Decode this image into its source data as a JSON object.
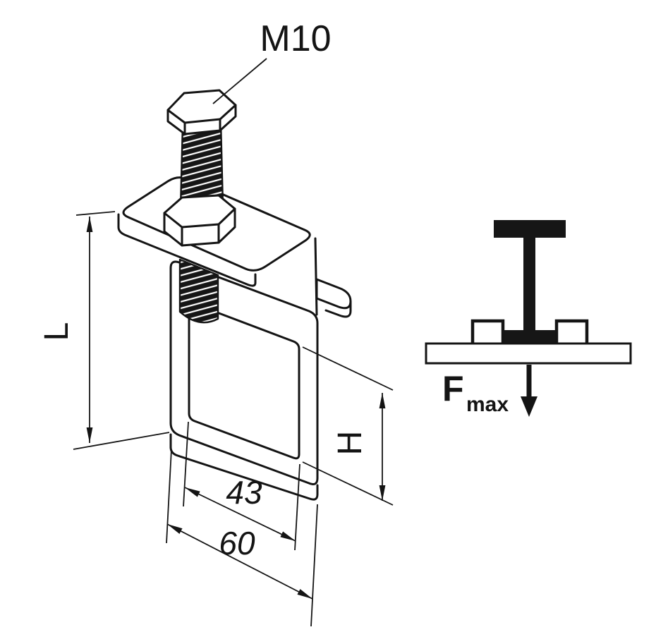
{
  "figure": {
    "labels": {
      "bolt": "M10",
      "dim_length": "L",
      "dim_height": "H",
      "dim_inner_width": "43",
      "dim_outer_width": "60"
    },
    "load_schematic": {
      "force_symbol": "F",
      "force_subscript": "max"
    },
    "colors": {
      "line": "#141414",
      "fill_dark": "#161616",
      "background": "#ffffff"
    }
  }
}
